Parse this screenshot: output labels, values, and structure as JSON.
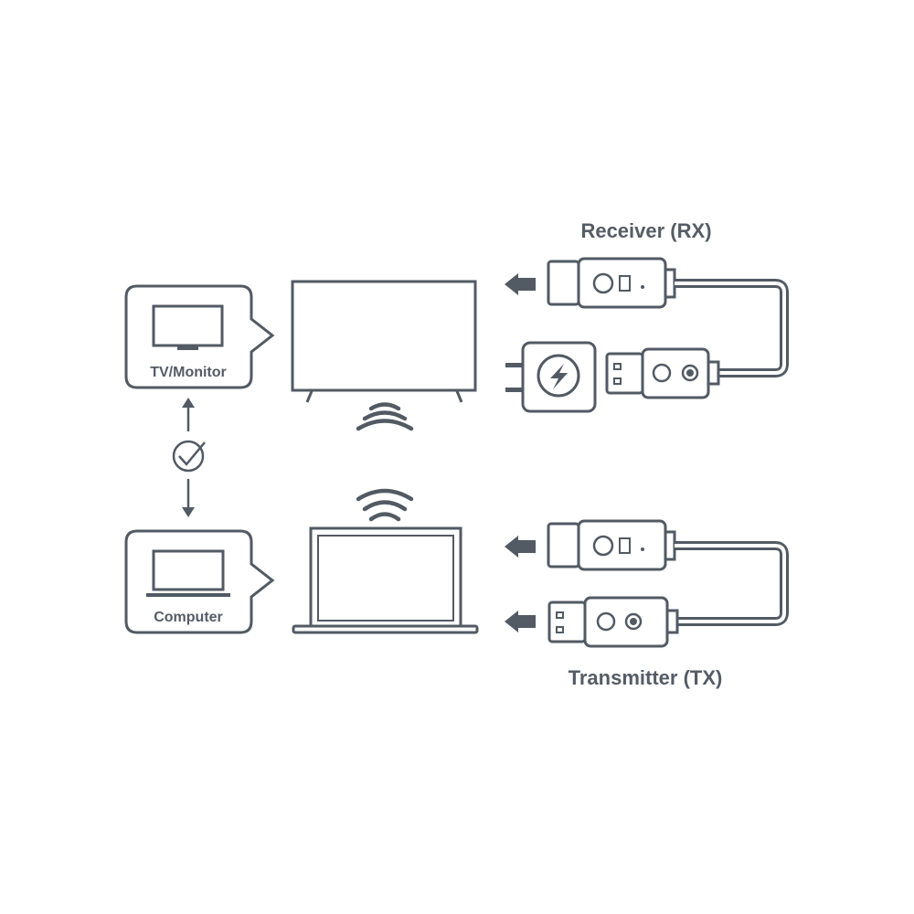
{
  "receiver_label": "Receiver (RX)",
  "transmitter_label": "Transmitter (TX)",
  "tv_card_label": "TV/Monitor",
  "computer_card_label": "Computer",
  "colors": {
    "stroke": "#525a64",
    "fill_dark": "#525a64",
    "background": "#ffffff"
  },
  "icons": [
    "monitor-icon",
    "laptop-icon",
    "wifi-icon",
    "check-circle-icon",
    "power-adapter-icon",
    "lightning-icon",
    "power-icon",
    "arrow-left-icon",
    "arrow-up-icon",
    "arrow-down-icon"
  ]
}
